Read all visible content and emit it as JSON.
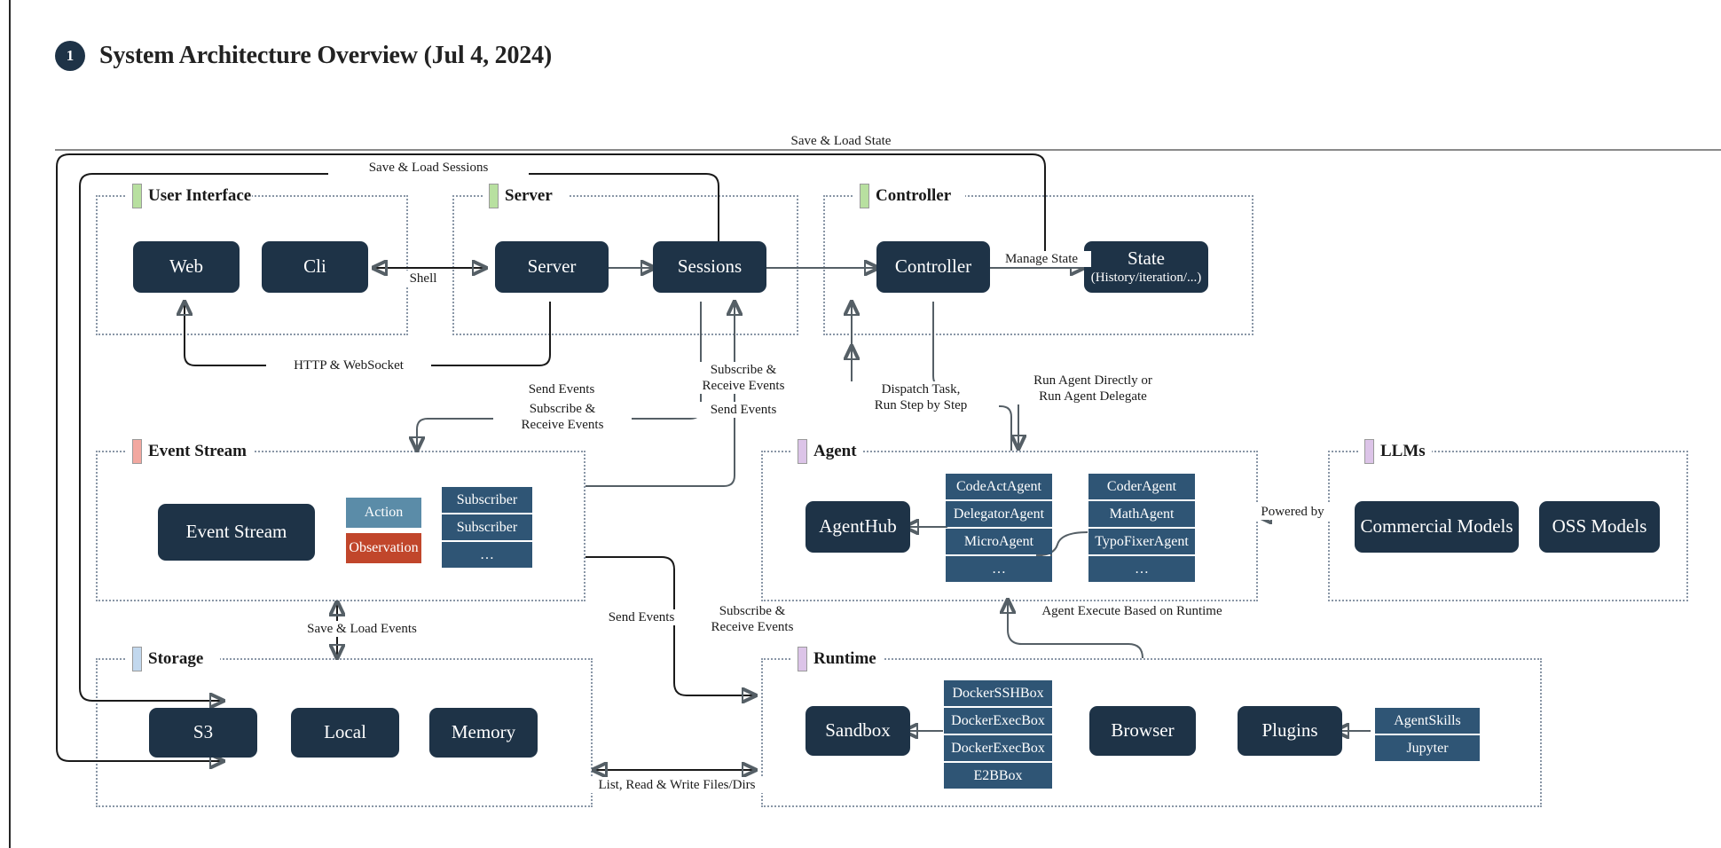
{
  "slide": {
    "number": "1",
    "title": "System Architecture Overview (Jul 4, 2024)"
  },
  "groups": {
    "user_interface": {
      "label": "User Interface",
      "bar_color": "#b8e0a0"
    },
    "server": {
      "label": "Server",
      "bar_color": "#b8e0a0"
    },
    "controller": {
      "label": "Controller",
      "bar_color": "#b8e0a0"
    },
    "event_stream": {
      "label": "Event Stream",
      "bar_color": "#f2a8a0"
    },
    "agent": {
      "label": "Agent",
      "bar_color": "#dcc4e8"
    },
    "llms": {
      "label": "LLMs",
      "bar_color": "#dcc4e8"
    },
    "storage": {
      "label": "Storage",
      "bar_color": "#c2d8ee"
    },
    "runtime": {
      "label": "Runtime",
      "bar_color": "#dcc4e8"
    }
  },
  "nodes": {
    "web": "Web",
    "cli": "Cli",
    "server": "Server",
    "sessions": "Sessions",
    "controller": "Controller",
    "state_title": "State",
    "state_sub": "(History/iteration/...)",
    "event_stream": "Event Stream",
    "agent_hub": "AgentHub",
    "commercial_models": "Commercial Models",
    "oss_models": "OSS Models",
    "s3": "S3",
    "local": "Local",
    "memory": "Memory",
    "sandbox": "Sandbox",
    "browser": "Browser",
    "plugins": "Plugins"
  },
  "chips": {
    "action": {
      "label": "Action",
      "color": "#5b8ca8"
    },
    "observation": {
      "label": "Observation",
      "color": "#c1462b"
    }
  },
  "stacks": {
    "subscribers": [
      "Subscriber",
      "Subscriber",
      "…"
    ],
    "agents_left": [
      "CodeActAgent",
      "DelegatorAgent",
      "MicroAgent",
      "…"
    ],
    "agents_right": [
      "CoderAgent",
      "MathAgent",
      "TypoFixerAgent",
      "…"
    ],
    "boxes": [
      "DockerSSHBox",
      "DockerExecBox",
      "DockerExecBox",
      "E2BBox"
    ],
    "plugin_items": [
      "AgentSkills",
      "Jupyter"
    ]
  },
  "edges": {
    "save_load_state": "Save & Load State",
    "save_load_sessions": "Save & Load Sessions",
    "shell": "Shell",
    "manage_state": "Manage State",
    "http_websocket": "HTTP & WebSocket",
    "send_events_1": "Send Events",
    "subscribe_receive_1": "Subscribe &\nReceive Events",
    "subscribe_receive_2": "Subscribe &\nReceive Events",
    "send_events_2": "Send Events",
    "dispatch_task": "Dispatch Task,\nRun Step by Step",
    "run_agent": "Run Agent Directly or\nRun Agent Delegate",
    "powered_by": "Powered by",
    "agent_execute": "Agent Execute Based on Runtime",
    "save_load_events": "Save & Load Events",
    "send_events_3": "Send Events",
    "subscribe_receive_3": "Subscribe &\nReceive Events",
    "list_read_write": "List, Read & Write Files/Dirs"
  }
}
